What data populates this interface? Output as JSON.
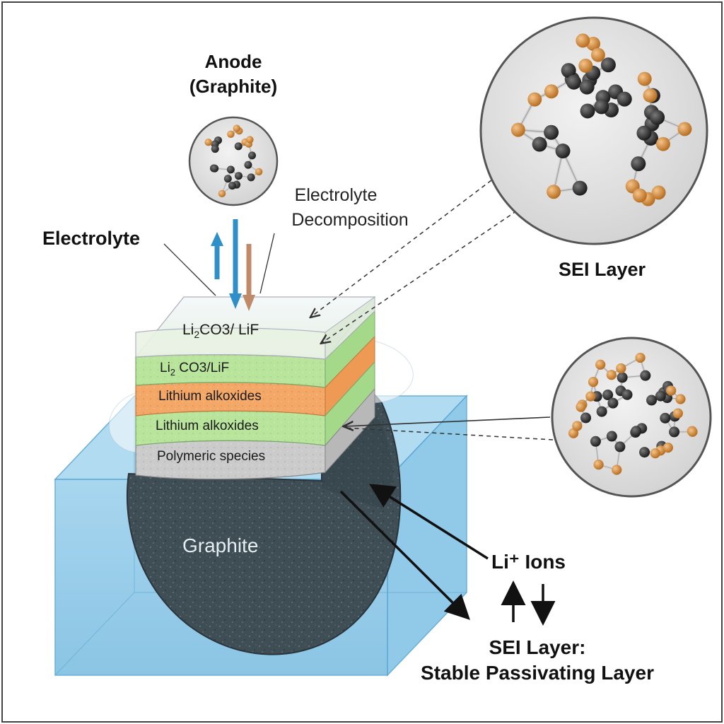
{
  "labels": {
    "anode_line1": "Anode",
    "anode_line2": "(Graphite)",
    "electrolyte": "Electrolyte",
    "decomp_line1": "Electrolyte",
    "decomp_line2": "Decomposition",
    "sei_layer": "SEI Layer",
    "li_ions": "Li⁺ Ions",
    "sei_stable_line1": "SEI Layer:",
    "sei_stable_line2": "Stable Passivating Layer",
    "graphite": "Graphite"
  },
  "layers": {
    "top_prefix": "Li",
    "top_sub": "2",
    "top_suffix": "CO3/ LiF",
    "layer2_prefix": "Li",
    "layer2_sub": "2",
    "layer2_suffix": " CO3/LiF",
    "layer3": "Lithium alkoxides",
    "layer4": "Lithium alkoxides",
    "layer5": "Polymeric species"
  },
  "colors": {
    "electrolyte_blue": "#8ecae6",
    "li2co3_green": "#b5e39a",
    "alkoxide_orange": "#f0a060",
    "polymeric_gray": "#c8c8c8",
    "graphite_dark": "#3c4a52",
    "arrow_blue": "#2f8fc8",
    "arrow_brown": "#c08a68",
    "carbon_atom": "#2b2b2b",
    "lithium_atom": "#d8913e"
  },
  "icons": {
    "anode_molecule": "molecule-cluster-icon",
    "sei_molecule": "molecule-cluster-icon",
    "graphite_molecule": "molecule-cluster-icon"
  }
}
